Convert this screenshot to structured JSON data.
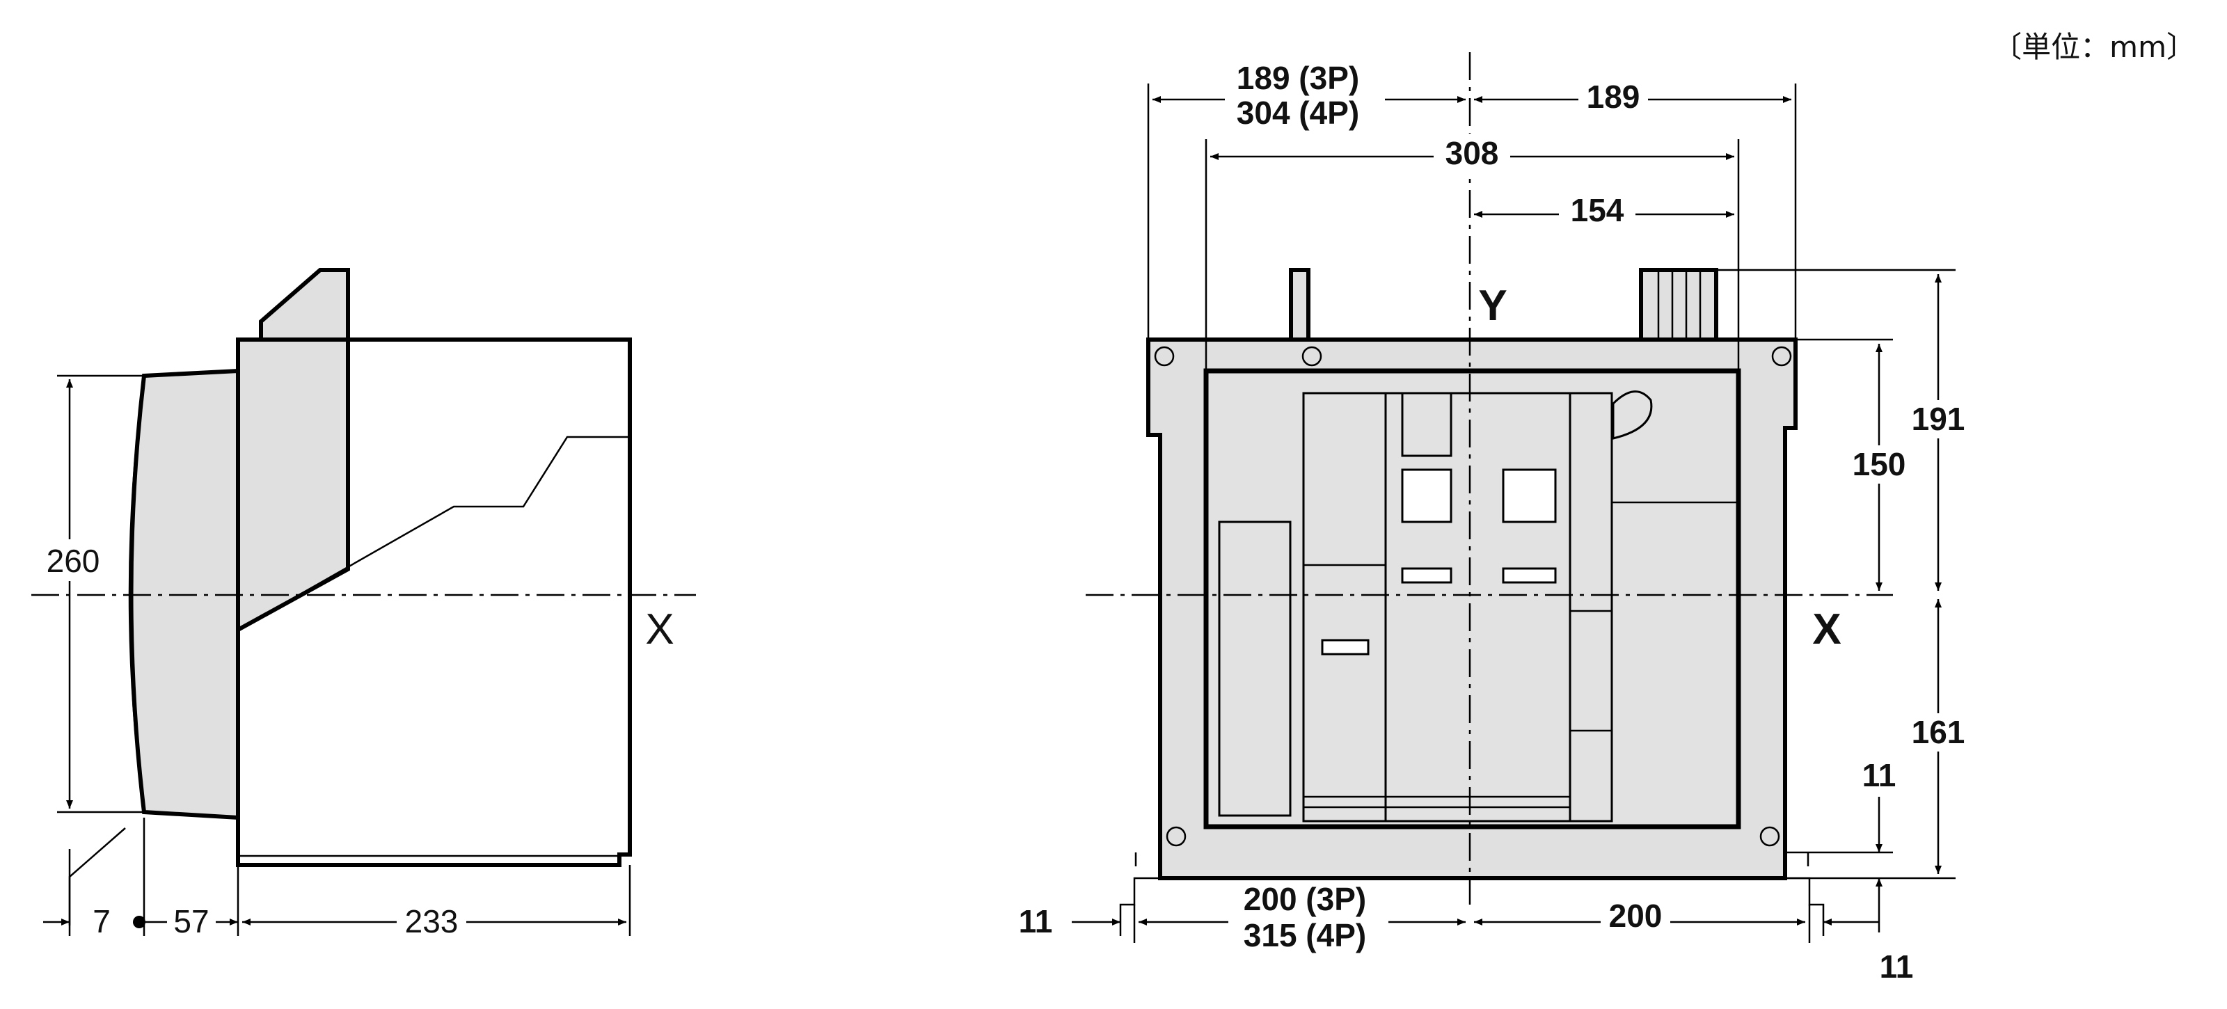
{
  "unit_label": "〔単位：mm〕",
  "side_view": {
    "axis_label": "X",
    "dim_height": "260",
    "dim_7": "7",
    "dim_57": "57",
    "dim_233": "233"
  },
  "front_view": {
    "axis_x_label": "X",
    "axis_y_label": "Y",
    "dim_left_top_3p": "189 (3P)",
    "dim_left_top_4p": "304 (4P)",
    "dim_right_top": "189",
    "dim_308": "308",
    "dim_154": "154",
    "dim_191": "191",
    "dim_150": "150",
    "dim_161": "161",
    "dim_11_right_upper": "11",
    "dim_11_right_lower": "11",
    "dim_11_left": "11",
    "dim_bottom_left_3p": "200 (3P)",
    "dim_bottom_left_4p": "315 (4P)",
    "dim_bottom_right": "200"
  }
}
